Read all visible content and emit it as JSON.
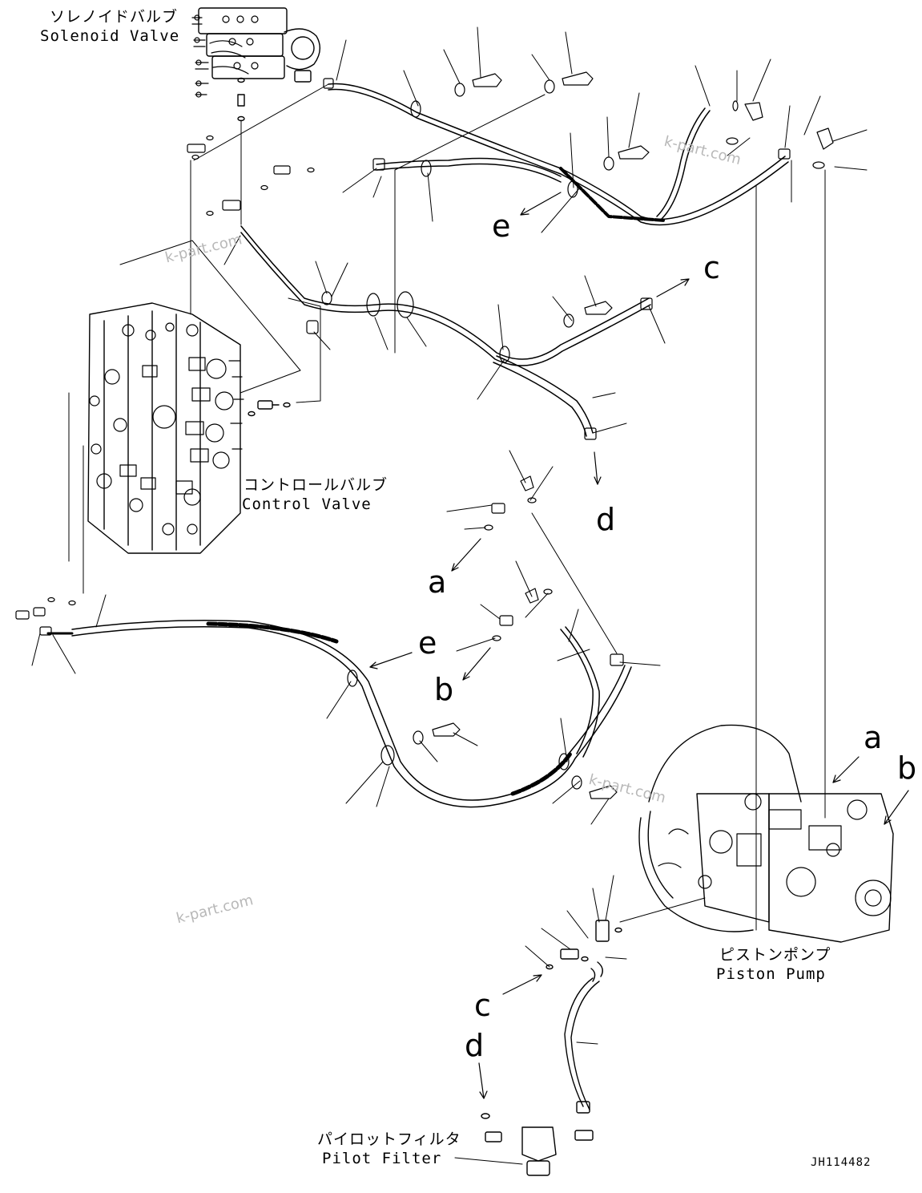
{
  "labels": {
    "solenoid_valve_jp": "ソレノイドバルブ",
    "solenoid_valve_en": "Solenoid Valve",
    "control_valve_jp": "コントロールバルブ",
    "control_valve_en": "Control Valve",
    "piston_pump_jp": "ピストンポンプ",
    "piston_pump_en": "Piston Pump",
    "pilot_filter_jp": "パイロットフィルタ",
    "pilot_filter_en": "Pilot Filter"
  },
  "callouts": {
    "e_top": "e",
    "c_top": "c",
    "d_top": "d",
    "a_mid": "a",
    "b_mid": "b",
    "e_mid": "e",
    "a_pump": "a",
    "b_pump": "b",
    "c_bottom": "c",
    "d_bottom": "d"
  },
  "watermarks": {
    "wm1": "k-part.com",
    "wm2": "k-part.com",
    "wm3": "k-part.com",
    "wm4": "k-part.com"
  },
  "drawing_code": "JH114482"
}
